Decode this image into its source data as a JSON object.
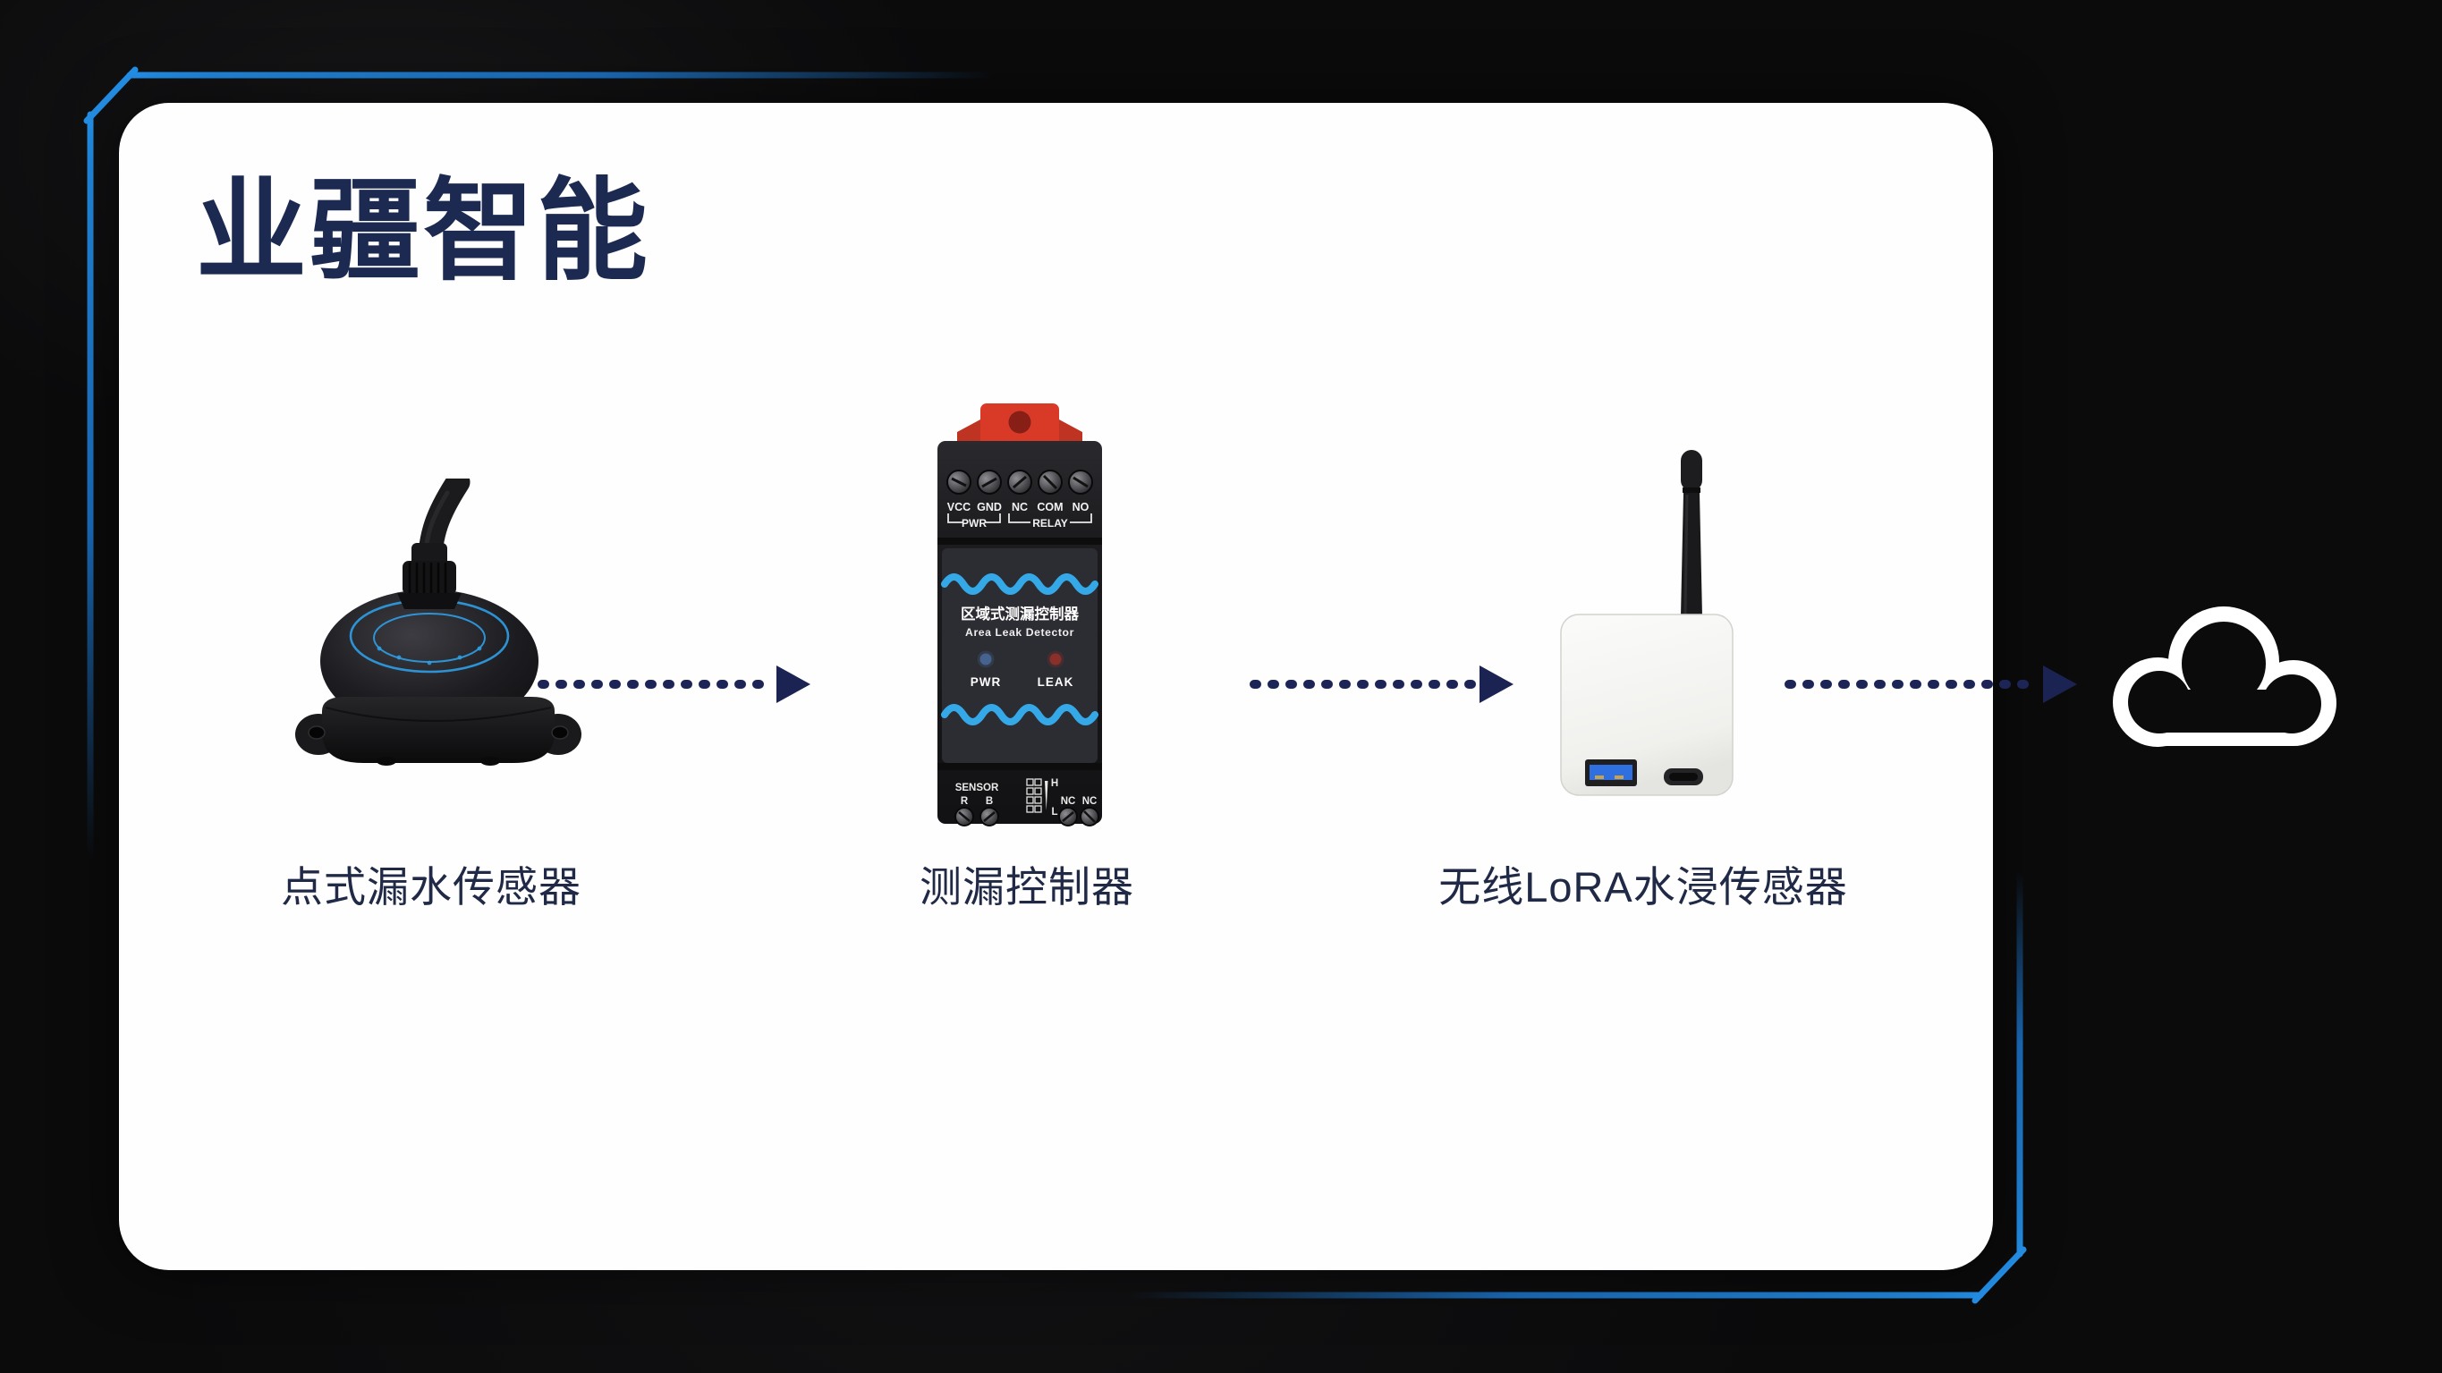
{
  "slide": {
    "title": "业疆智能"
  },
  "flow": {
    "nodes": [
      {
        "name": "point-leak-sensor",
        "label": "点式漏水传感器"
      },
      {
        "name": "leak-controller",
        "label": "测漏控制器"
      },
      {
        "name": "wireless-lora-sensor",
        "label": "无线LoRA水浸传感器"
      }
    ],
    "cloud_icon": "cloud-icon",
    "arrow_style": "dotted-arrow"
  },
  "controller_device": {
    "terminals": [
      "VCC",
      "GND",
      "NC",
      "COM",
      "NO"
    ],
    "pwr_group": "PWR",
    "relay_group": "RELAY",
    "panel_title_cn": "区域式测漏控制器",
    "panel_title_en": "Area Leak Detector",
    "led_pwr": "PWR",
    "led_leak": "LEAK",
    "sensor_group": "SENSOR",
    "sensor_r": "R",
    "sensor_b": "B",
    "level_high": "H",
    "level_low": "L",
    "nc_left": "NC",
    "nc_right": "NC"
  },
  "colors": {
    "background": "#0b0b0c",
    "card": "#fefefe",
    "accent_blue": "#2492ec",
    "title_navy": "#1c2a52",
    "arrow_navy": "#1d2556",
    "din_clip_red": "#d93a28",
    "wave_blue": "#35a8e8",
    "usb_blue": "#2f6fe0",
    "cloud_white": "#ffffff"
  }
}
